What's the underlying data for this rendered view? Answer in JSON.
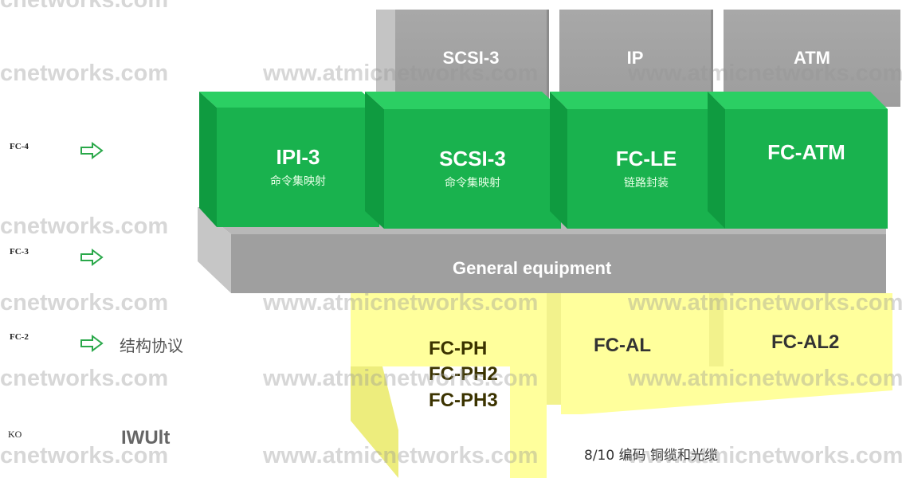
{
  "layers": [
    {
      "label": "FC-4"
    },
    {
      "label": "FC-3"
    },
    {
      "label": "FC-2",
      "note": "结构协议"
    },
    {
      "label": "KO",
      "note": "IWUlt"
    }
  ],
  "top_row": [
    "SCSI-3",
    "IP",
    "ATM"
  ],
  "mapping_row": [
    {
      "title": "IPI-3",
      "sub": "命令集映射"
    },
    {
      "title": "SCSI-3",
      "sub": "命令集映射"
    },
    {
      "title": "FC-LE",
      "sub": "链路封装"
    },
    {
      "title": "FC-ATM",
      "sub": ""
    }
  ],
  "general_label": "General equipment",
  "fc2_boxes": {
    "ph_lines": [
      "FC-PH",
      "FC-PH2",
      "FC-PH3"
    ],
    "al": "FC-AL",
    "al2": "FC-AL2"
  },
  "encoding_note": "8/10 编码 铜缆和光缆",
  "watermark": "www.atmicnetworks.com",
  "watermark_left": "icnetworks.com",
  "colors": {
    "green": "#19b24e",
    "gray": "#9d9d9d",
    "yellow": "#ffff9c"
  }
}
